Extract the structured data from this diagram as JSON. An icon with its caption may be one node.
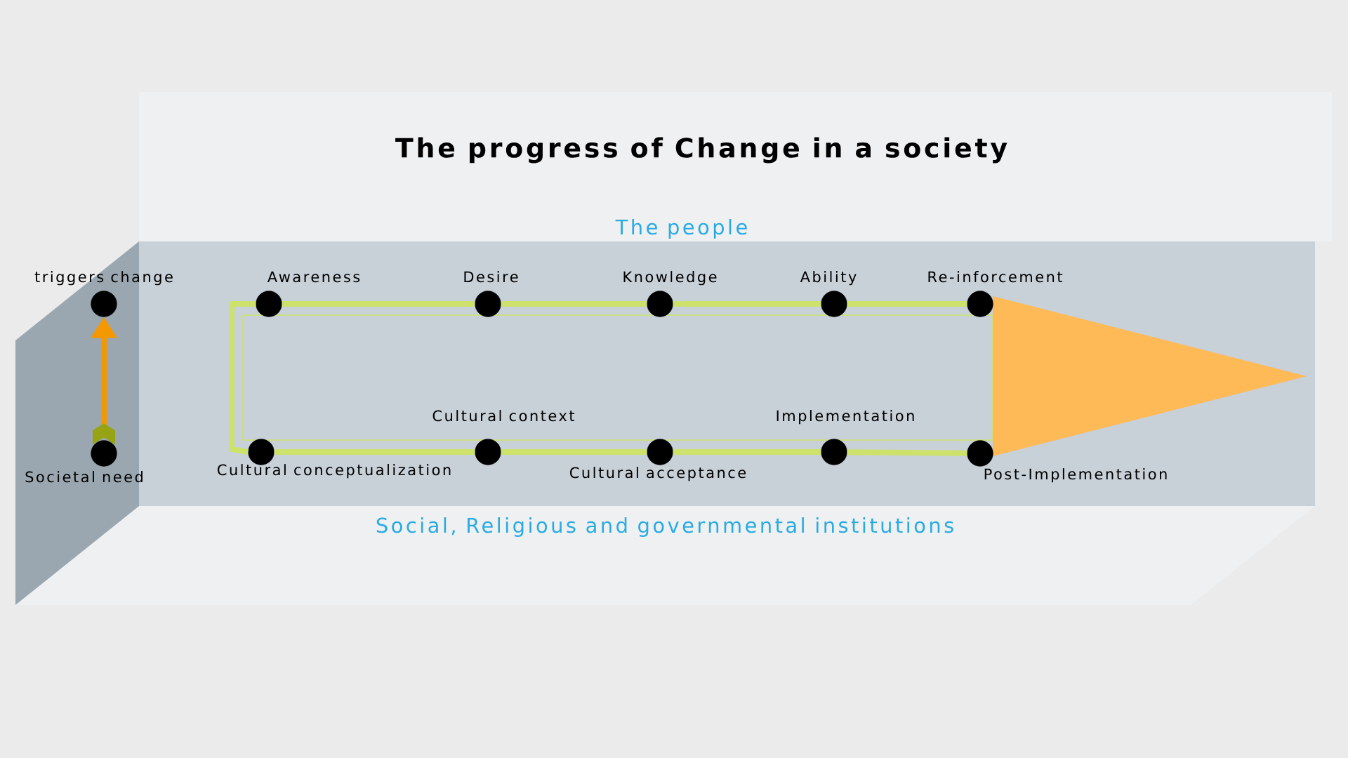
{
  "diagram": {
    "title": "The progress of Change in a society",
    "nodes": [
      {
        "text": [
          "triggers change"
        ]
      },
      {
        "text": [
          "Awareness"
        ]
      },
      {
        "text": [
          "Desire"
        ]
      },
      {
        "text": [
          "Knowledge"
        ]
      },
      {
        "text": [
          "Ability"
        ]
      },
      {
        "text": [
          "Re-inforcement"
        ]
      },
      {
        "text": [
          "Societal need"
        ]
      },
      {
        "text": [
          "Cultural conceptualization"
        ]
      },
      {
        "text": [
          "Cultural context"
        ]
      },
      {
        "text": [
          "Cultural acceptance"
        ]
      },
      {
        "text": [
          "Implementation"
        ]
      },
      {
        "text": [
          "Post-Implementation"
        ]
      }
    ],
    "edges": [
      {
        "from": 6,
        "to": 0,
        "arrow": "to",
        "color": "#f39800"
      },
      {
        "from": 1,
        "to": 2,
        "arrow": "none"
      },
      {
        "from": 2,
        "to": 3,
        "arrow": "none"
      },
      {
        "from": 3,
        "to": 4,
        "arrow": "none"
      },
      {
        "from": 4,
        "to": 5,
        "arrow": "none"
      },
      {
        "from": 1,
        "to": 7,
        "arrow": "none"
      },
      {
        "from": 7,
        "to": 8,
        "arrow": "none"
      },
      {
        "from": 8,
        "to": 9,
        "arrow": "none"
      },
      {
        "from": 9,
        "to": 10,
        "arrow": "none"
      },
      {
        "from": 10,
        "to": 11,
        "arrow": "none"
      }
    ],
    "labels": [
      "The people",
      "Social, Religious and governmental institutions"
    ]
  }
}
